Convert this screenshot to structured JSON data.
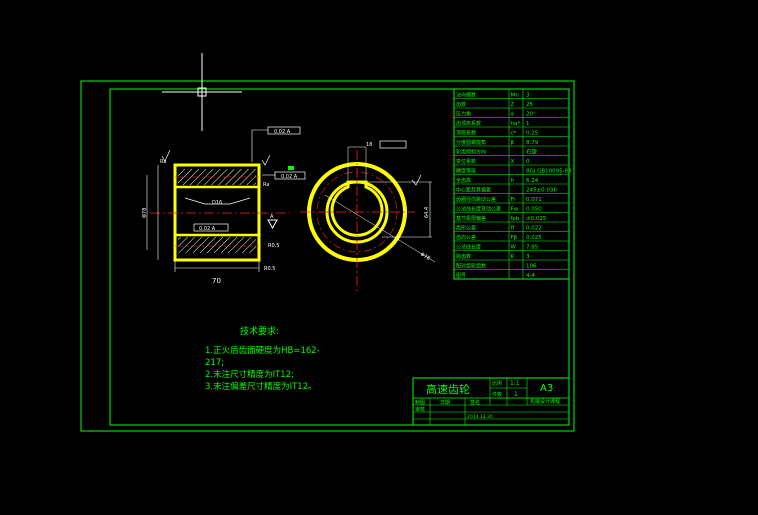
{
  "gear_table": {
    "rows": [
      {
        "label": "法向模数",
        "symbol": "Mn",
        "value": "3"
      },
      {
        "label": "齿数",
        "symbol": "Z",
        "value": "25"
      },
      {
        "label": "压力角",
        "symbol": "α",
        "value": "20°"
      },
      {
        "label": "齿顶高系数",
        "symbol": "ha*",
        "value": "1"
      },
      {
        "label": "顶隙系数",
        "symbol": "c*",
        "value": "0.25"
      },
      {
        "label": "分度圆螺旋角",
        "symbol": "β",
        "value": "8.79"
      },
      {
        "label": "轮齿倾斜方向",
        "symbol": "",
        "value": "右旋"
      },
      {
        "label": "变位系数",
        "symbol": "X",
        "value": "0"
      },
      {
        "label": "精度等级",
        "symbol": "",
        "value": "8GJ GB10095-88"
      },
      {
        "label": "全齿高",
        "symbol": "h",
        "value": "6.24"
      },
      {
        "label": "中心距及其偏差",
        "symbol": "",
        "value": "245±0.036"
      },
      {
        "label": "齿圈径向跳动公差",
        "symbol": "Fr",
        "value": "0.071"
      },
      {
        "label": "公法线长度变动公差",
        "symbol": "Fw",
        "value": "0.050"
      },
      {
        "label": "基节极限偏差",
        "symbol": "fpb",
        "value": "±0.025"
      },
      {
        "label": "齿形公差",
        "symbol": "ff",
        "value": "0.022"
      },
      {
        "label": "齿向公差",
        "symbol": "Fβ",
        "value": "0.025"
      },
      {
        "label": "公法线长度",
        "symbol": "W",
        "value": "7.85"
      },
      {
        "label": "跨齿数",
        "symbol": "K",
        "value": "3"
      },
      {
        "label": "配对齿轮齿数",
        "symbol": "",
        "value": "106"
      },
      {
        "label": "图号",
        "symbol": "",
        "value": "4-4"
      }
    ]
  },
  "title_block": {
    "name": "高速齿轮",
    "scale_label": "比例",
    "scale": "1:1",
    "qty_label": "件数",
    "qty": "1",
    "sheet": "A3",
    "drawn_label": "制图",
    "checked_label": "审核",
    "date_label": "日期",
    "sign_label": "签名",
    "school": "机械设计课程",
    "date_value": "2014.12.30"
  },
  "notes": {
    "title": "技术要求:",
    "line1": "1.正火后齿面硬度为HB=162-",
    "line1b": "217;",
    "line2": "2.未注尺寸精度为IT12;",
    "line3": "3.未注偏差尺寸精度为IT12。"
  },
  "dims": {
    "width": "70",
    "tol1": "0.02 A",
    "tol2": "0.02 A",
    "tol3": "0.02 A",
    "datum": "A",
    "key_width": "18",
    "key_depth": "64.4",
    "ra1": "Ra",
    "bore_label": "D16",
    "od_label": "Φ78",
    "r_label": "R0.5"
  }
}
